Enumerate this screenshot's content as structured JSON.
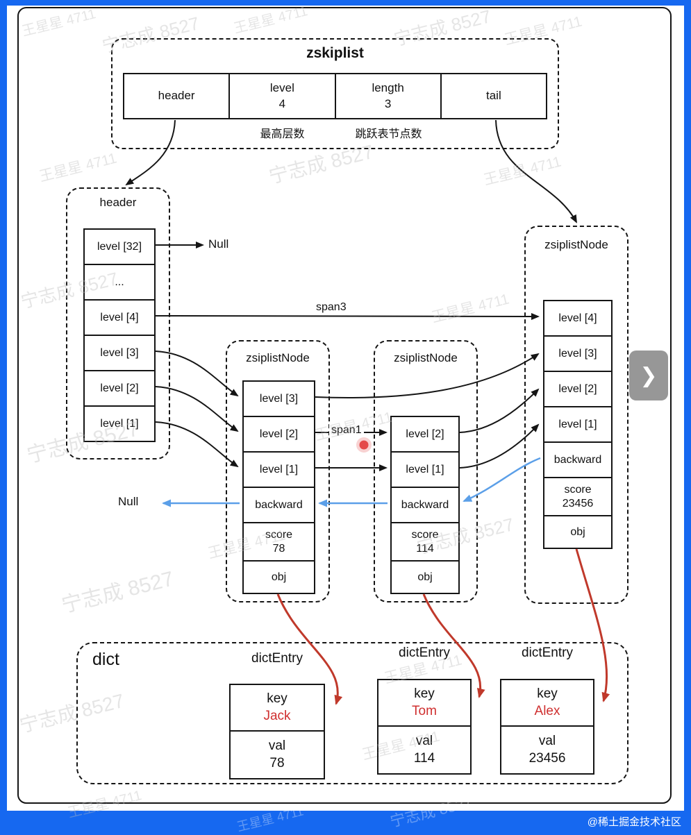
{
  "colors": {
    "frame_blue": "#1668f0",
    "line_black": "#151515",
    "backward_arrow_blue": "#5b9fe8",
    "pointer_arrow_red": "#c0392b",
    "key_text_red": "#cf2f2f",
    "watermark_gray": "#bcbcbc"
  },
  "zskiplist": {
    "title": "zskiplist",
    "cells": [
      {
        "line1": "header"
      },
      {
        "line1": "level",
        "line2": "4"
      },
      {
        "line1": "length",
        "line2": "3"
      },
      {
        "line1": "tail"
      }
    ],
    "annotation_level": "最高层数",
    "annotation_length": "跳跃表节点数"
  },
  "header_node": {
    "title": "header",
    "cells": [
      "level [32]",
      "...",
      "level [4]",
      "level [3]",
      "level [2]",
      "level [1]"
    ]
  },
  "labels": {
    "null_top": "Null",
    "null_left": "Null",
    "span3": "span3",
    "span1": "span1"
  },
  "node1": {
    "title": "zsiplistNode",
    "cells": [
      "level [3]",
      "level [2]",
      "level [1]",
      "backward"
    ],
    "score_label": "score",
    "score_value": "78",
    "obj_label": "obj"
  },
  "node2": {
    "title": "zsiplistNode",
    "cells": [
      "level [2]",
      "level [1]",
      "backward"
    ],
    "score_label": "score",
    "score_value": "114",
    "obj_label": "obj"
  },
  "node3": {
    "title": "zsiplistNode",
    "cells": [
      "level [4]",
      "level [3]",
      "level [2]",
      "level [1]",
      "backward"
    ],
    "score_label": "score",
    "score_value": "23456",
    "obj_label": "obj"
  },
  "dict": {
    "title": "dict",
    "entries": [
      {
        "title": "dictEntry",
        "key_label": "key",
        "key_value": "Jack",
        "val_label": "val",
        "val_value": "78"
      },
      {
        "title": "dictEntry",
        "key_label": "key",
        "key_value": "Tom",
        "val_label": "val",
        "val_value": "114"
      },
      {
        "title": "dictEntry",
        "key_label": "key",
        "key_value": "Alex",
        "val_label": "val",
        "val_value": "23456"
      }
    ]
  },
  "watermarks": {
    "a": "王星星 4711",
    "b": "宁志成 8527"
  },
  "footer": {
    "credit": "@稀土掘金技术社区"
  },
  "icons": {
    "chevron_right": "❯"
  }
}
